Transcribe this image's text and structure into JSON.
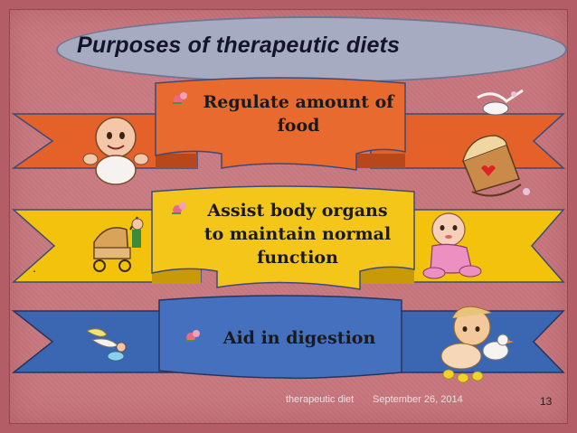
{
  "slide": {
    "title": "Purposes of therapeutic diets",
    "items": [
      {
        "label": "Regulate amount of food",
        "line1": "Regulate amount of",
        "line2": "food"
      },
      {
        "label": "Assist body organs to maintain normal function",
        "line1": "Assist body organs",
        "line2": "to maintain normal",
        "line3": "function"
      },
      {
        "label": "Aid in digestion",
        "line1": "Aid in digestion"
      }
    ],
    "stray_mark": "."
  },
  "footer": {
    "topic": "therapeutic diet",
    "date": "September 26, 2014",
    "page_number": "13"
  },
  "colors": {
    "background": "#c8767d",
    "ribbon_orange": "#e8642a",
    "ribbon_yellow": "#f2c20d",
    "ribbon_blue": "#3c68b4",
    "title_pill": "#a6abc1"
  }
}
